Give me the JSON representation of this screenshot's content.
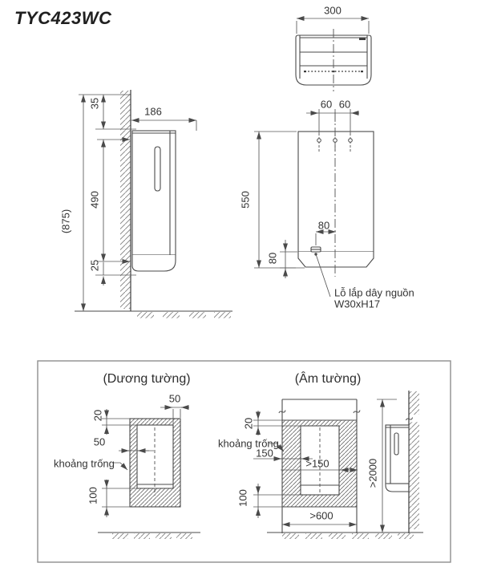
{
  "title": "TYC423WC",
  "drawing": {
    "top_view": {
      "dim_width": "300"
    },
    "front_view": {
      "dim_hole_left": "60",
      "dim_hole_right": "60",
      "dim_height": "550",
      "dim_cable_x": "80",
      "dim_cable_y": "80",
      "cable_note_line1": "Lỗ lắp dây nguồn",
      "cable_note_line2": "W30xH17"
    },
    "side_view": {
      "dim_top_offset": "35",
      "dim_depth": "186",
      "dim_mount_height": "490",
      "dim_bottom_offset": "25",
      "dim_total_height": "(875)"
    }
  },
  "installation": {
    "surface_mount": {
      "title": "(Dương tường)",
      "dim_side": "50",
      "dim_top": "20",
      "dim_left": "50",
      "clearance_label": "khoảng trống",
      "dim_bottom": "100"
    },
    "recessed_mount": {
      "title": "(Âm tường)",
      "dim_top": "20",
      "clearance_label": "khoảng trống",
      "dim_side": "150",
      "dim_side_min": ">150",
      "dim_bottom": "100",
      "dim_width_min": ">600",
      "dim_height_min": ">2000"
    }
  }
}
